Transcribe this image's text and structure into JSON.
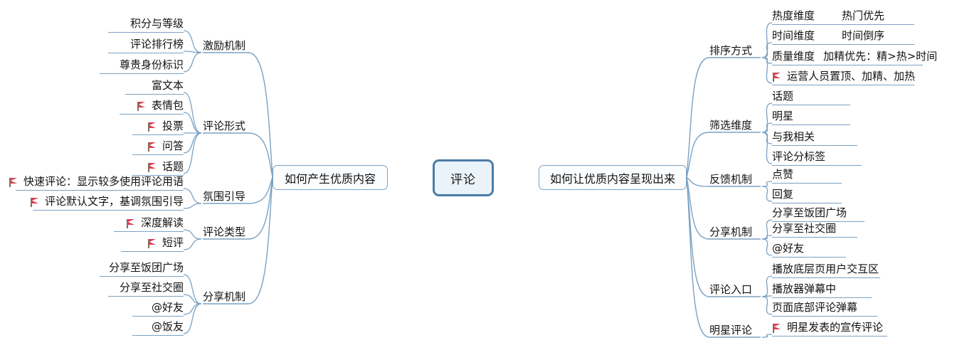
{
  "title": "评论 思维导图",
  "colors": {
    "line": "#7ba2c4",
    "root_border": "#4a7ba7",
    "root_fill": "#eaf2fa",
    "box_border": "#7ba2c4",
    "box_fill": "#fbfdff",
    "flag_red": "#e03b55",
    "flag_pole": "#8a6a52",
    "text": "#121212",
    "background": "#ffffff"
  },
  "root": {
    "label": "评论"
  },
  "left_branch": {
    "label": "如何产生优质内容",
    "topics": [
      {
        "label": "激励机制",
        "children": [
          {
            "text": "积分与等级",
            "flag": false
          },
          {
            "text": "评论排行榜",
            "flag": false
          },
          {
            "text": "尊贵身份标识",
            "flag": false
          }
        ]
      },
      {
        "label": "评论形式",
        "children": [
          {
            "text": "富文本",
            "flag": false
          },
          {
            "text": "表情包",
            "flag": true
          },
          {
            "text": "投票",
            "flag": true
          },
          {
            "text": "问答",
            "flag": true
          },
          {
            "text": "话题",
            "flag": true
          }
        ]
      },
      {
        "label": "氛围引导",
        "children": [
          {
            "text": "快速评论：显示较多使用评论用语",
            "flag": true
          },
          {
            "text": "评论默认文字，基调氛围引导",
            "flag": true
          }
        ]
      },
      {
        "label": "评论类型",
        "children": [
          {
            "text": "深度解读",
            "flag": true
          },
          {
            "text": "短评",
            "flag": true
          }
        ]
      },
      {
        "label": "分享机制",
        "children": [
          {
            "text": "分享至饭团广场",
            "flag": false
          },
          {
            "text": "分享至社交圈",
            "flag": false
          },
          {
            "text": "@好友",
            "flag": false
          },
          {
            "text": "@饭友",
            "flag": false
          }
        ]
      }
    ]
  },
  "right_branch": {
    "label": "如何让优质内容呈现出来",
    "topics": [
      {
        "label": "排序方式",
        "children": [
          {
            "text": "热度维度",
            "flag": false,
            "sub": "热门优先"
          },
          {
            "text": "时间维度",
            "flag": false,
            "sub": "时间倒序"
          },
          {
            "text": "质量维度",
            "flag": false,
            "sub": "加精优先：精>热>时间"
          },
          {
            "text": "运营人员置顶、加精、加热",
            "flag": true,
            "sub": ""
          }
        ]
      },
      {
        "label": "筛选维度",
        "children": [
          {
            "text": "话题",
            "flag": false,
            "sub": ""
          },
          {
            "text": "明星",
            "flag": false,
            "sub": ""
          },
          {
            "text": "与我相关",
            "flag": false,
            "sub": ""
          },
          {
            "text": "评论分标签",
            "flag": false,
            "sub": ""
          }
        ]
      },
      {
        "label": "反馈机制",
        "children": [
          {
            "text": "点赞",
            "flag": false,
            "sub": ""
          },
          {
            "text": "回复",
            "flag": false,
            "sub": ""
          }
        ]
      },
      {
        "label": "分享机制",
        "children": [
          {
            "text": "分享至饭团广场",
            "flag": false,
            "sub": ""
          },
          {
            "text": "分享至社交圈",
            "flag": false,
            "sub": ""
          },
          {
            "text": "@好友",
            "flag": false,
            "sub": ""
          }
        ]
      },
      {
        "label": "评论入口",
        "children": [
          {
            "text": "播放底层页用户交互区",
            "flag": false,
            "sub": ""
          },
          {
            "text": "播放器弹幕中",
            "flag": false,
            "sub": ""
          },
          {
            "text": "页面底部评论弹幕",
            "flag": false,
            "sub": ""
          }
        ]
      },
      {
        "label": "明星评论",
        "children": [
          {
            "text": "明星发表的宣传评论",
            "flag": true,
            "sub": ""
          }
        ]
      }
    ]
  }
}
